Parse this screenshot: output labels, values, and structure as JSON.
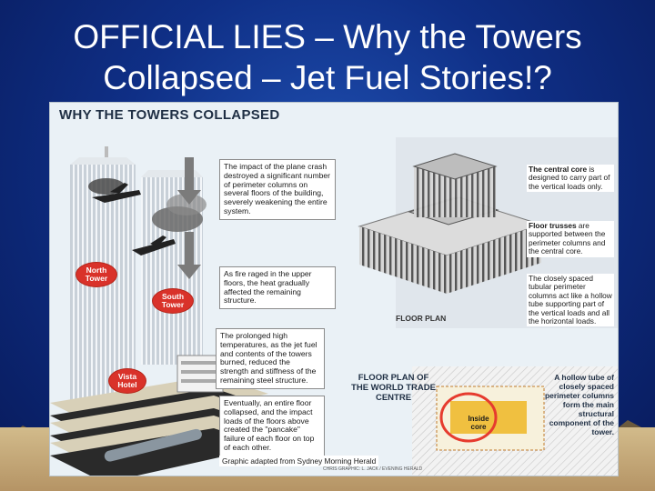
{
  "slide": {
    "title_line1": "OFFICIAL LIES – Why the Towers",
    "title_line2": "Collapsed – Jet Fuel Stories!?"
  },
  "graphic": {
    "title": "WHY THE TOWERS COLLAPSED",
    "labels": {
      "north_tower": "North Tower",
      "south_tower": "South Tower",
      "vista_hotel": "Vista Hotel",
      "floor_plan": "FLOOR PLAN",
      "floor_plan_heading": "FLOOR PLAN OF THE WORLD TRADE CENTRE",
      "inside_core": "Inside core",
      "hollow_tube": "A hollow tube of closely spaced perimeter columns form the main structural component of the tower."
    },
    "steps": [
      "The impact of the plane crash destroyed a significant number of perimeter columns on several floors of the building, severely weakening the entire system.",
      "As fire raged in the upper floors, the heat gradually affected the remaining structure.",
      "The prolonged high temperatures, as the jet fuel and contents of the towers burned, reduced the strength and stiffness of the remaining steel structure.",
      "Eventually, an entire floor collapsed, and the impact loads of the floors above created the \"pancake\" failure of each floor on top of each other."
    ],
    "callouts": {
      "central_core_bold": "The central core",
      "central_core_rest": " is designed to carry part of the vertical loads only.",
      "floor_trusses_bold": "Floor trusses",
      "floor_trusses_rest": " are supported between the perimeter columns and the central core.",
      "perimeter": "The closely spaced tubular perimeter columns act like a hollow tube supporting part of the vertical loads and all the horizontal loads."
    },
    "credit": "Graphic adapted from Sydney Morning Herald",
    "fine_print": "CHRIS GRAPHIC: L. JACK / EVENING HERALD"
  },
  "colors": {
    "background": "#0f2f86",
    "title_text": "#ffffff",
    "tower_tag": "#d9322a",
    "core_highlight": "#e63b2e",
    "core_fill": "#f0c040"
  }
}
